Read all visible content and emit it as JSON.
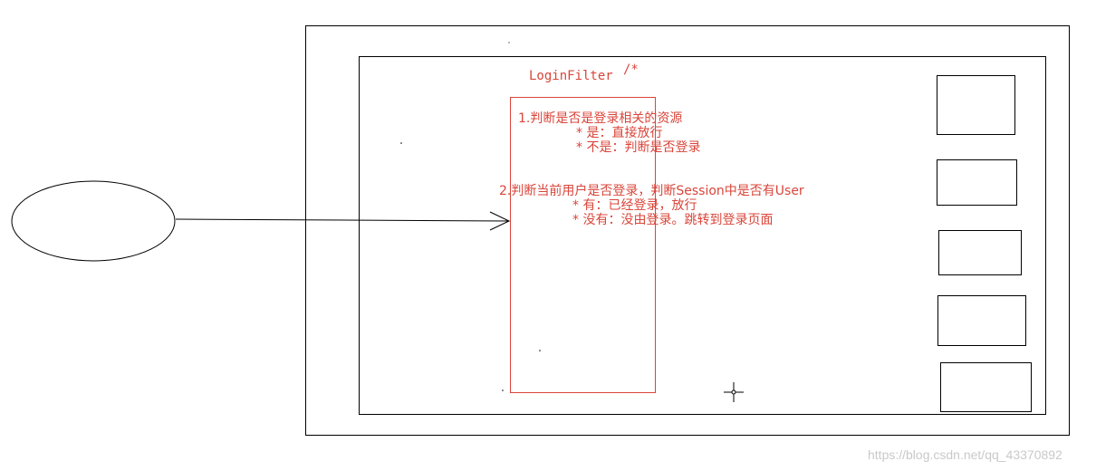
{
  "diagram": {
    "filter_label": "LoginFilter",
    "path_pattern": "/*",
    "step1": {
      "title": "1.判断是否是登录相关的资源",
      "yes": "* 是：直接放行",
      "no": "* 不是：判断是否登录"
    },
    "step2": {
      "title": "2.判断当前用户是否登录，判断Session中是否有User",
      "yes": "* 有：已经登录，放行",
      "no": "* 没有：没由登录。跳转到登录页面"
    }
  },
  "watermark": "https://blog.csdn.net/qq_43370892",
  "colors": {
    "annotation": "#d9453a",
    "lines": "#000000",
    "watermark": "#c9c9c9"
  }
}
